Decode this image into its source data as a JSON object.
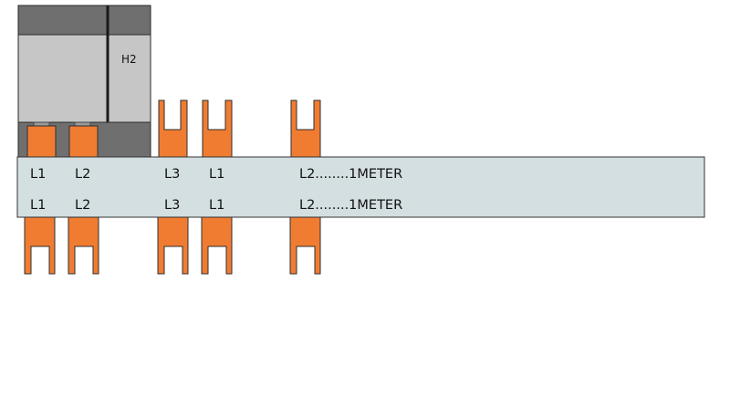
{
  "device": {
    "tag": "H2",
    "colors": {
      "body": "#c6c6c6",
      "band": "#6f6f6f",
      "outline": "#2b2b2b"
    }
  },
  "busbar": {
    "colors": {
      "fill": "#d3dfe0",
      "outline": "#333333"
    },
    "rows": [
      {
        "labels": [
          "L1",
          "L2",
          "L3",
          "L1"
        ],
        "end_label": "L2........1METER"
      },
      {
        "labels": [
          "L1",
          "L2",
          "L3",
          "L1"
        ],
        "end_label": "L2........1METER"
      }
    ]
  },
  "pins": {
    "color": "#f07c32",
    "outline": "#2f2f2f"
  }
}
